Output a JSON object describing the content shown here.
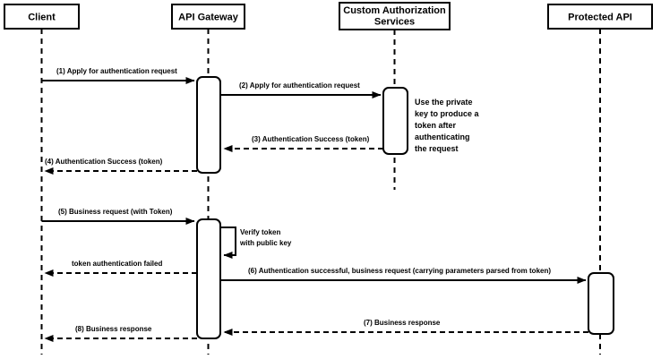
{
  "diagram": {
    "type": "sequence-diagram",
    "colors": {
      "stroke": "#000000",
      "fill": "#ffffff",
      "background": "#ffffff"
    },
    "participants": {
      "client": {
        "label": "Client"
      },
      "api_gateway": {
        "label": "API Gateway"
      },
      "custom_auth": {
        "line1": "Custom Authorization",
        "line2": "Services"
      },
      "protected_api": {
        "label": "Protected API"
      }
    },
    "messages": {
      "m1": {
        "label": "(1) Apply for authentication request",
        "from": "Client",
        "to": "API Gateway",
        "style": "solid"
      },
      "m2": {
        "label": "(2) Apply for authentication request",
        "from": "API Gateway",
        "to": "Custom Authorization Services",
        "style": "solid"
      },
      "m3": {
        "label": "(3) Authentication Success (token)",
        "from": "Custom Authorization Services",
        "to": "API Gateway",
        "style": "dashed"
      },
      "m4": {
        "label": "(4) Authentication Success (token)",
        "from": "API Gateway",
        "to": "Client",
        "style": "dashed"
      },
      "m5": {
        "label": "(5) Business request (with Token)",
        "from": "Client",
        "to": "API Gateway",
        "style": "solid"
      },
      "self_verify": {
        "line1": "Verify token",
        "line2": "with public key",
        "from": "API Gateway",
        "to": "API Gateway",
        "style": "self"
      },
      "fail": {
        "label": "token authentication failed",
        "from": "API Gateway",
        "to": "Client",
        "style": "dashed"
      },
      "m6": {
        "label": "(6) Authentication successful, business request (carrying parameters parsed from token)",
        "from": "API Gateway",
        "to": "Protected API",
        "style": "solid"
      },
      "m7": {
        "label": "(7) Business response",
        "from": "Protected API",
        "to": "API Gateway",
        "style": "dashed"
      },
      "m8": {
        "label": "(8) Business response",
        "from": "API Gateway",
        "to": "Client",
        "style": "dashed"
      }
    },
    "note": {
      "line1": "Use the private",
      "line2": "key to produce a",
      "line3": "token after",
      "line4": "authenticating",
      "line5": "the request"
    }
  }
}
